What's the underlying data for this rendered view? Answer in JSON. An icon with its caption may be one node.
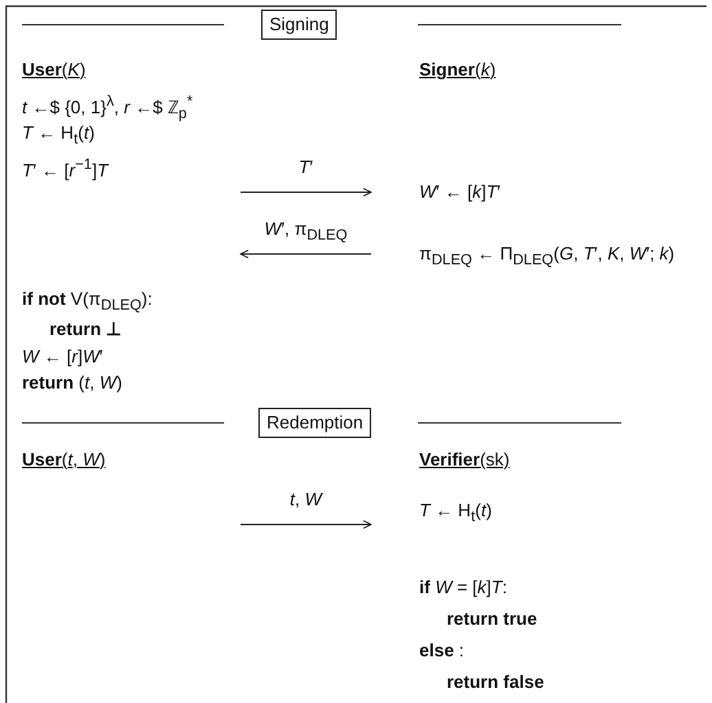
{
  "diagram": {
    "nodes": [
      {
        "text": [
          "Signing"
        ]
      },
      {
        "text": [
          "**User**(*K*)",
          "*t* ←$ {0, 1}$^{λ}$, *r* ←$ ℤ$_{p}$$^{*}$",
          "*T* ← H$_{t}$(*t*)",
          "*T*′ ← [*r*$^{−1}$]*T*",
          "**if** **not** V(π$_{DLEQ}$):",
          "return ⊥",
          "*W* ← [*r*]*W*′",
          "**return** (*t*, *W*)"
        ]
      },
      {
        "text": [
          "**Signer**(*k*)",
          "*W*′ ← [*k*]*T*′",
          "π$_{DLEQ}$ ← Π$_{DLEQ}$(*G*, *T*′, *K*, *W*′; *k*)"
        ]
      },
      {
        "text": [
          "Redemption"
        ]
      },
      {
        "text": [
          "**User**(*t*, *W*)"
        ]
      },
      {
        "text": [
          "**Verifier**(sk)",
          "*T* ← H$_{t}$(*t*)",
          "**if** *W* = [*k*]*T*:",
          "return true",
          "**else** :",
          "return false"
        ]
      }
    ],
    "edges": [
      {
        "from": 1,
        "to": 2,
        "arrow": "to",
        "label": "*T*′"
      },
      {
        "from": 2,
        "to": 1,
        "arrow": "to",
        "label": "*W*′, π$_{DLEQ}$"
      },
      {
        "from": null,
        "to": 5,
        "arrow": "to",
        "label": "*t*, *W*"
      }
    ]
  }
}
